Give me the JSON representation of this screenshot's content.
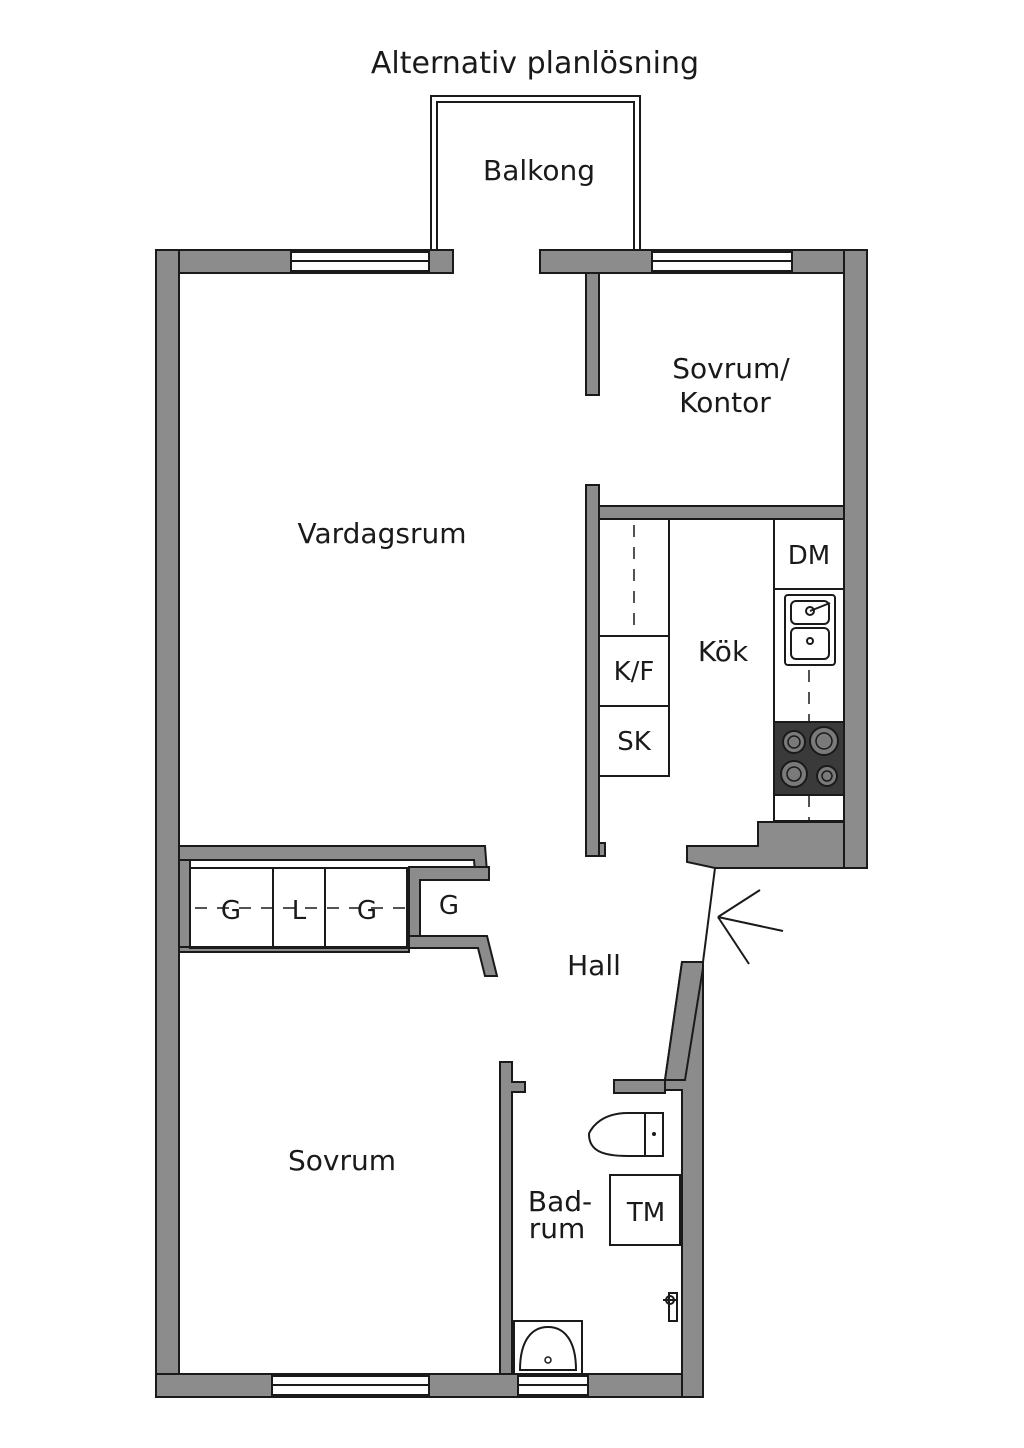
{
  "title": "Alternativ planlösning",
  "rooms": {
    "balcony": "Balkong",
    "bedroom_office_line1": "Sovrum/",
    "bedroom_office_line2": "Kontor",
    "living_room": "Vardagsrum",
    "kitchen": "Kök",
    "hall": "Hall",
    "bedroom": "Sovrum",
    "bathroom_line1": "Bad-",
    "bathroom_line2": "rum"
  },
  "fixtures": {
    "dishwasher": "DM",
    "fridge_freezer": "K/F",
    "cabinet": "SK",
    "wardrobe_1": "G",
    "linen_closet": "L",
    "wardrobe_2": "G",
    "wardrobe_3": "G",
    "washing_machine": "TM"
  },
  "icons": {
    "entrance": "arrow-icon",
    "sink": "sink-icon",
    "stove": "stove-icon",
    "toilet": "toilet-icon",
    "washbasin": "washbasin-icon",
    "shower": "shower-icon"
  },
  "colors": {
    "wall": "#8c8c8c",
    "stove": "#3a3a3a",
    "line": "#1a1a1a"
  }
}
